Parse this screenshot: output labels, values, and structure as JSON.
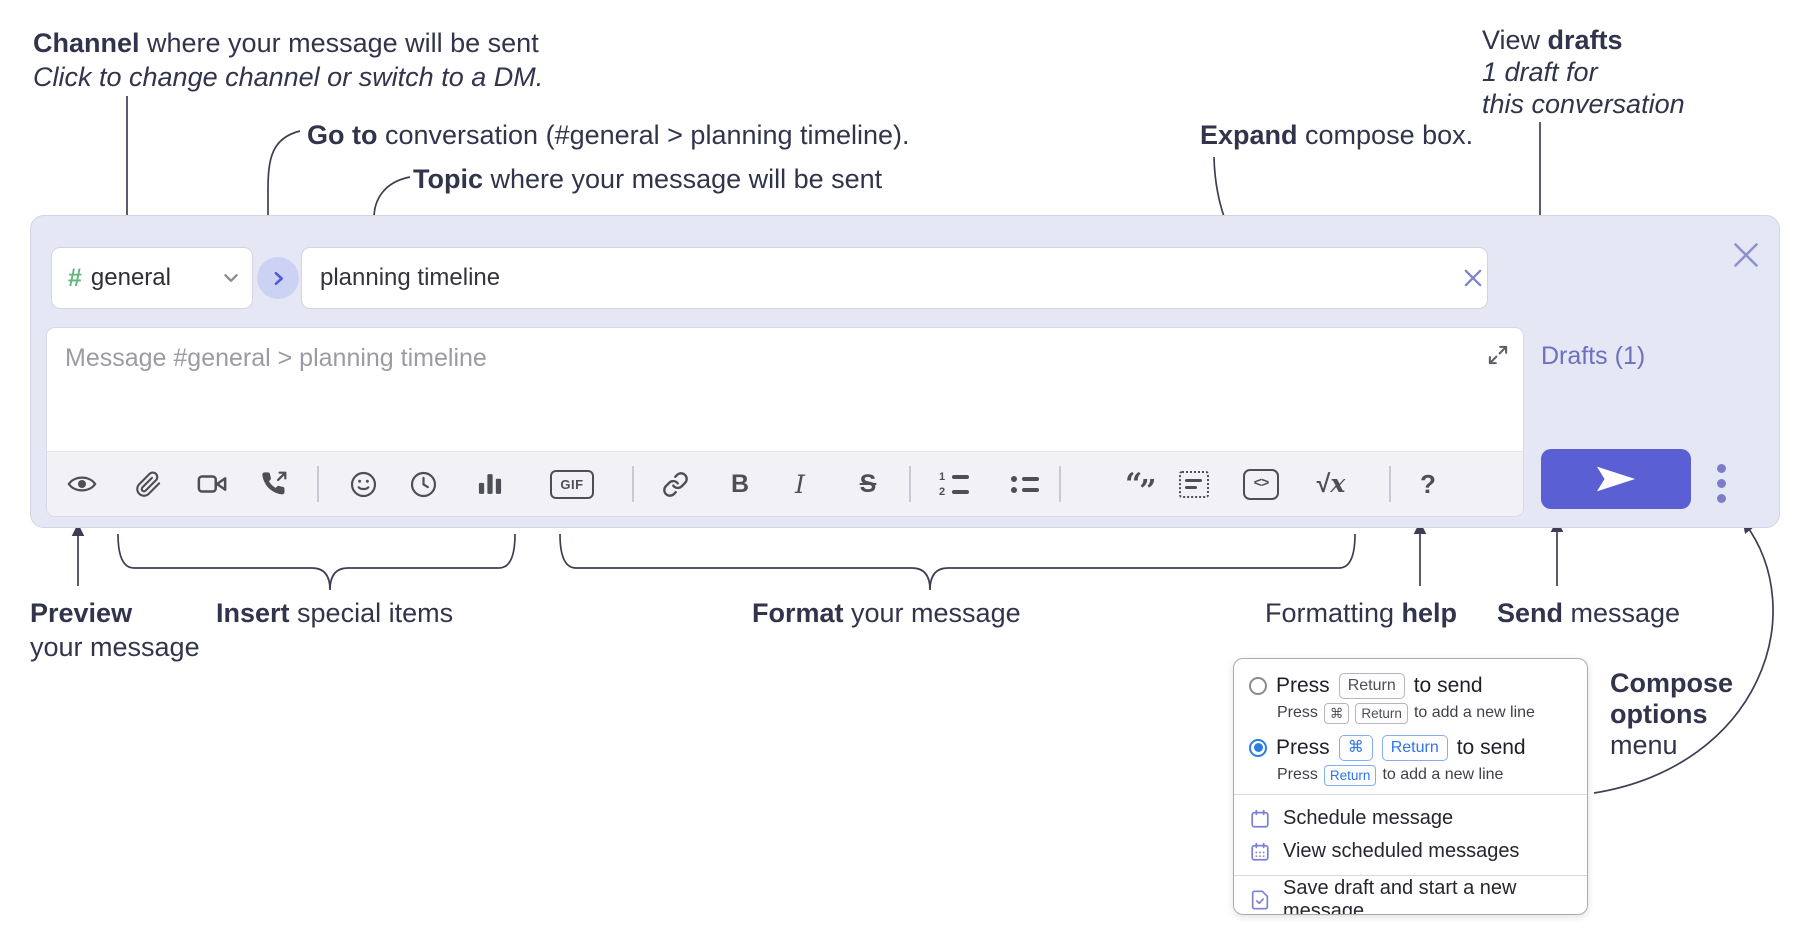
{
  "annotations": {
    "channel": {
      "bold": "Channel",
      "rest": " where your message will be sent",
      "sub_italic": "Click to change channel or switch to a DM."
    },
    "go_to": {
      "bold": "Go to",
      "rest": " conversation (#general > planning timeline)."
    },
    "topic": {
      "bold": "Topic",
      "rest": " where your message will be sent"
    },
    "expand": {
      "bold": "Expand",
      "rest": " compose box."
    },
    "view_drafts": {
      "pre": "View ",
      "bold": "drafts",
      "line2_italic": "1 draft for",
      "line3_italic": "this conversation"
    },
    "preview": {
      "bold": "Preview",
      "line2": "your message"
    },
    "insert": {
      "bold": "Insert",
      "rest": " special items"
    },
    "format": {
      "bold": "Format",
      "rest": " your message"
    },
    "formatting_help": {
      "pre": "Formatting ",
      "bold": "help"
    },
    "send": {
      "bold": "Send",
      "rest": " message"
    },
    "compose_options": {
      "bold1": "Compose",
      "bold2": "options",
      "line3": "menu"
    }
  },
  "compose_box": {
    "channel_picker": {
      "hash_icon": "#",
      "channel_name": "general"
    },
    "topic_input": {
      "value": "planning timeline"
    },
    "message_input": {
      "placeholder": "Message #general > planning timeline"
    },
    "drafts_link": "Drafts (1)",
    "toolbar": {
      "icons": [
        "eye-preview-icon",
        "paperclip-attach-icon",
        "video-call-icon",
        "audio-call-icon",
        "emoji-icon",
        "time-icon",
        "poll-bar-chart-icon",
        "gif-icon",
        "link-icon",
        "bold-icon",
        "italic-icon",
        "strikethrough-icon",
        "numbered-list-icon",
        "bulleted-list-icon",
        "quote-icon",
        "spoiler-icon",
        "code-icon",
        "math-icon",
        "help-icon",
        "send-plane-icon",
        "kebab-menu-icon"
      ],
      "bold_label": "B",
      "italic_label": "I",
      "strike_label": "S",
      "gif_label": "GIF",
      "quote_open": "“",
      "quote_close": "”",
      "code_label": "<>",
      "math_root": "√",
      "math_x": "x",
      "help_label": "?",
      "list_num_1": "1",
      "list_num_2": "2"
    }
  },
  "options_menu": {
    "radio_options": [
      {
        "selected": false,
        "main": {
          "pre": "Press",
          "key1": "Return",
          "post": "to send"
        },
        "sub": {
          "pre": "Press",
          "key1": "⌘",
          "key2": "Return",
          "post": "to add a new line"
        }
      },
      {
        "selected": true,
        "main": {
          "pre": "Press",
          "key1": "⌘",
          "key2": "Return",
          "post": "to send"
        },
        "sub": {
          "pre": "Press",
          "key1": "Return",
          "post": "to add a new line"
        }
      }
    ],
    "menu_items": [
      {
        "icon": "calendar-icon",
        "label": "Schedule message"
      },
      {
        "icon": "calendar-grid-icon",
        "label": "View scheduled messages"
      },
      {
        "icon": "save-draft-icon",
        "label": "Save draft and start a new message"
      }
    ]
  },
  "colors": {
    "compose_bg": "#e5e7f4",
    "send_button": "#5a5fd3",
    "drafts_link": "#6c70bf",
    "hash_green": "#63b57e",
    "goto_circle_bg": "#ccd2f3",
    "goto_chevron": "#4c5ed1",
    "key_chip_blue": "#3076e8",
    "radio_blue": "#2b7de0",
    "toolbar_icon": "#4e4e57",
    "annotation_text": "#31344b",
    "close_x": "#8d92cc"
  }
}
